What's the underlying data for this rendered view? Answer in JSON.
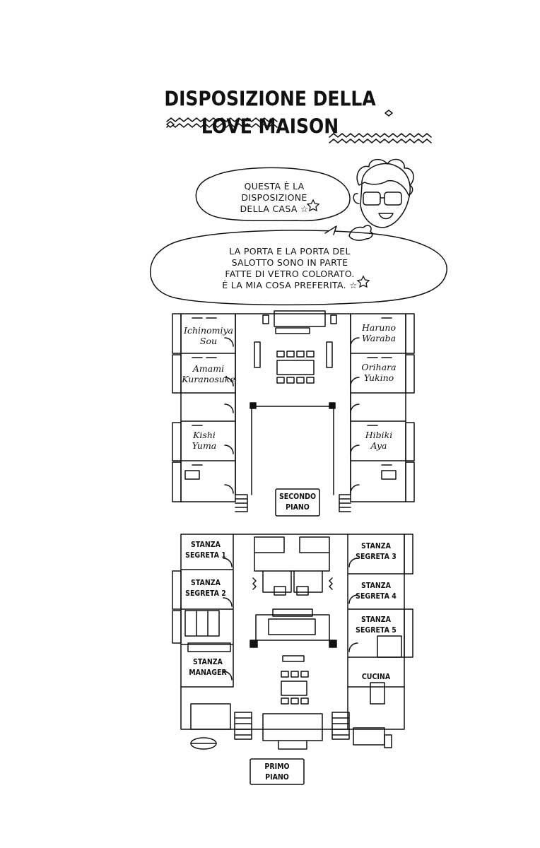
{
  "title": {
    "line1": "DISPOSIZIONE DELLA",
    "line2": "LOVE MAISON"
  },
  "bubbles": {
    "small": [
      "QUESTA È LA",
      "DISPOSIZIONE",
      "DELLA CASA ☆"
    ],
    "large": [
      "LA PORTA E LA PORTA DEL",
      "SALOTTO SONO IN PARTE",
      "FATTE DI VETRO COLORATO.",
      "È LA MIA COSA PREFERITA. ☆"
    ]
  },
  "second_floor": {
    "label": [
      "SECONDO",
      "PIANO"
    ],
    "rooms": {
      "r1": [
        "Ichinomiya",
        "Sou"
      ],
      "r2": [
        "Amami",
        "Kuranosuke"
      ],
      "r3": [
        "Kishi",
        "Yuma"
      ],
      "r4": [
        "Haruno",
        "Waraba"
      ],
      "r5": [
        "Orihara",
        "Yukino"
      ],
      "r6": [
        "Hibiki",
        "Aya"
      ]
    }
  },
  "first_floor": {
    "label": [
      "PRIMO",
      "PIANO"
    ],
    "rooms": {
      "s1": [
        "STANZA",
        "SEGRETA 1"
      ],
      "s2": [
        "STANZA",
        "SEGRETA 2"
      ],
      "s3": [
        "STANZA",
        "SEGRETA 3"
      ],
      "s4": [
        "STANZA",
        "SEGRETA 4"
      ],
      "s5": [
        "STANZA",
        "SEGRETA 5"
      ],
      "manager": [
        "STANZA",
        "MANAGER"
      ],
      "kitchen": [
        "CUCINA"
      ]
    }
  }
}
